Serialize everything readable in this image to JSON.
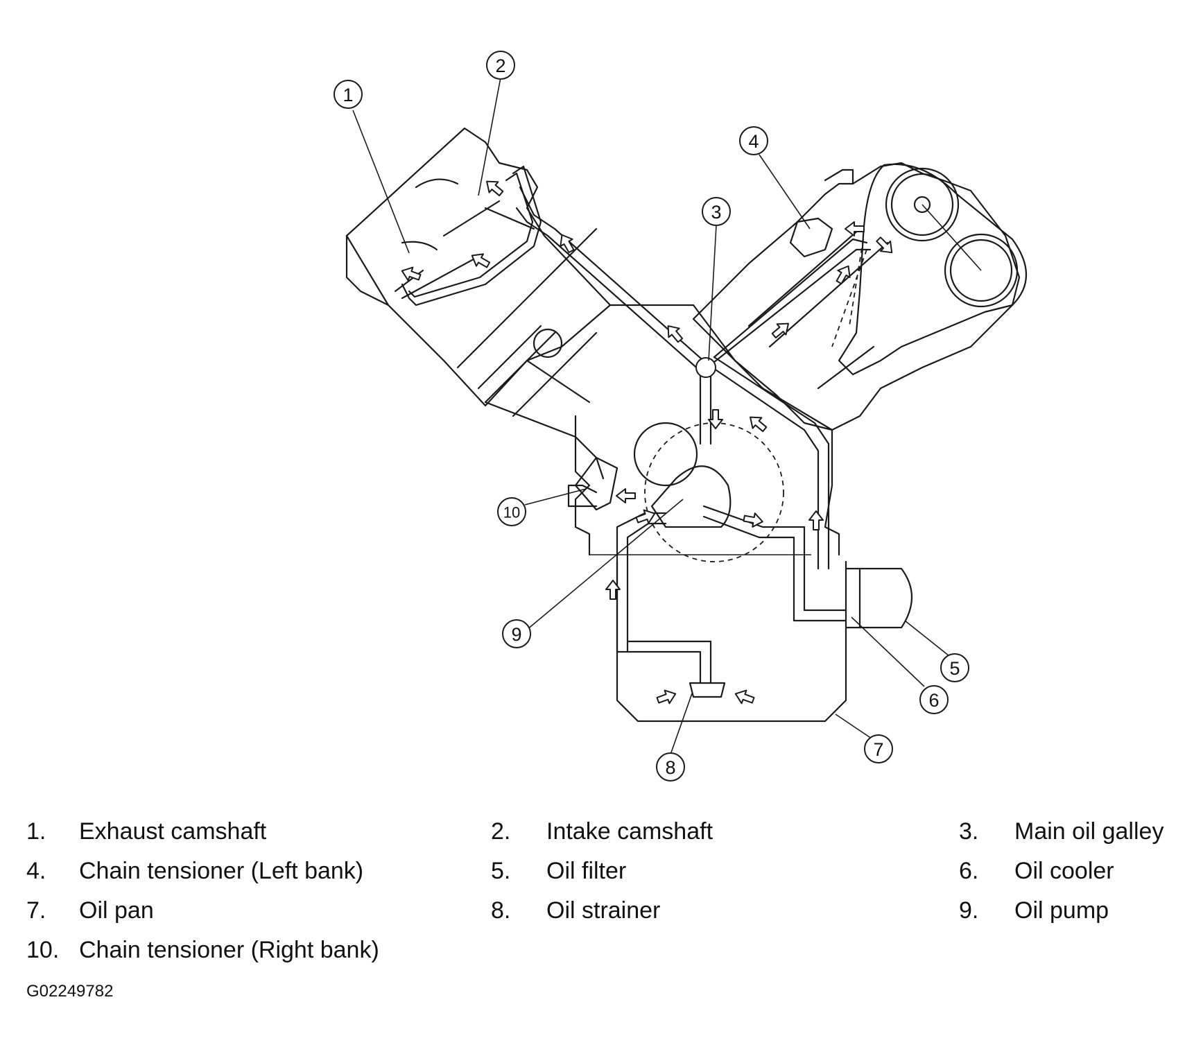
{
  "callouts": [
    "1",
    "2",
    "3",
    "4",
    "5",
    "6",
    "7",
    "8",
    "9",
    "10"
  ],
  "legend": [
    {
      "num": "1.",
      "label": "Exhaust camshaft"
    },
    {
      "num": "2.",
      "label": "Intake camshaft"
    },
    {
      "num": "3.",
      "label": "Main oil galley"
    },
    {
      "num": "4.",
      "label": "Chain tensioner (Left bank)"
    },
    {
      "num": "5.",
      "label": "Oil filter"
    },
    {
      "num": "6.",
      "label": "Oil cooler"
    },
    {
      "num": "7.",
      "label": "Oil pan"
    },
    {
      "num": "8.",
      "label": "Oil strainer"
    },
    {
      "num": "9.",
      "label": "Oil pump"
    },
    {
      "num": "10.",
      "label": "Chain tensioner (Right bank)"
    }
  ],
  "figure_id": "G02249782"
}
